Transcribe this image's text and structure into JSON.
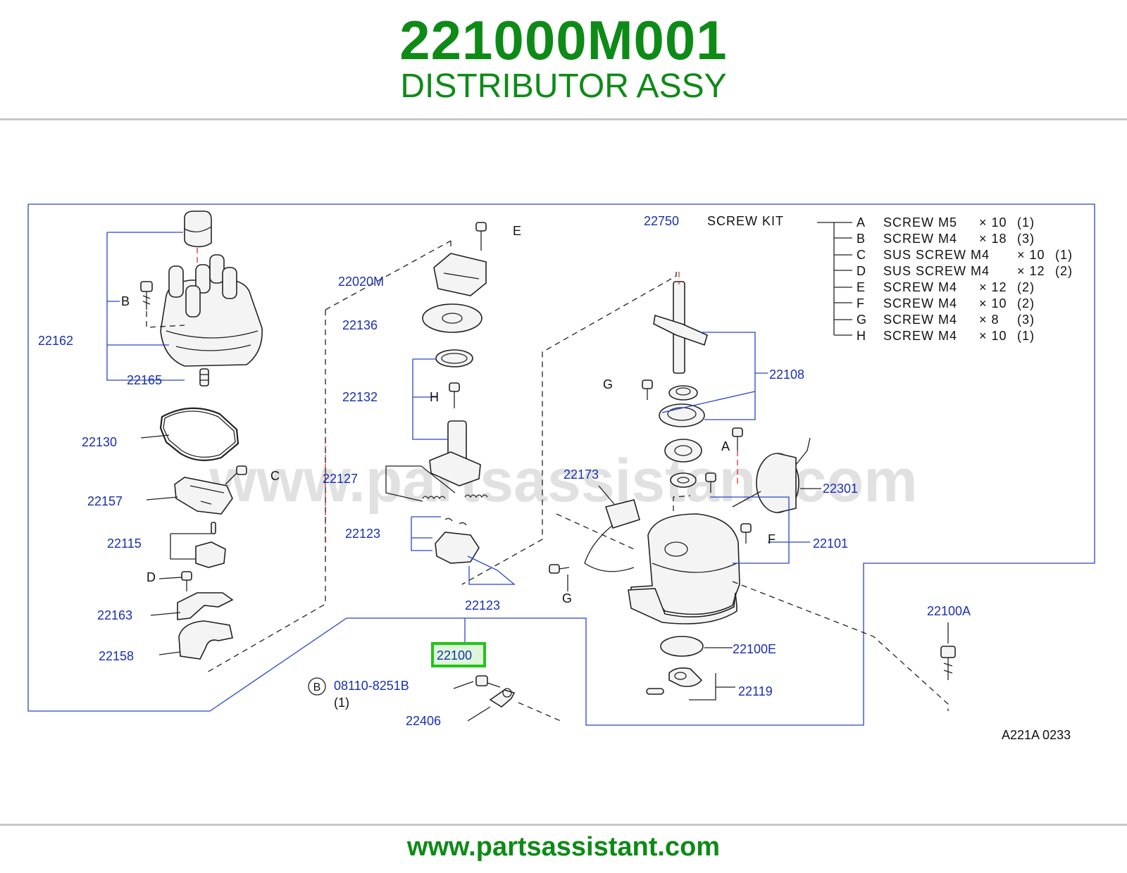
{
  "header": {
    "part_number": "221000M001",
    "part_name": "DISTRIBUTOR ASSY"
  },
  "diagram": {
    "watermark": "www.partsassistant.com",
    "drawing_code": "A221A 0233",
    "highlighted_part": "22100",
    "labels": {
      "p22162": "22162",
      "p22165": "22165",
      "p22130": "22130",
      "p22157": "22157",
      "p22115": "22115",
      "p22163": "22163",
      "p22158": "22158",
      "p22020M": "22020M",
      "p22136": "22136",
      "p22132": "22132",
      "p22127": "22127",
      "p22123a": "22123",
      "p22123b": "22123",
      "p22750": "22750",
      "p22108": "22108",
      "p22173": "22173",
      "p22301": "22301",
      "p22101": "22101",
      "p22100A": "22100A",
      "p22100E": "22100E",
      "p22119": "22119",
      "p22406": "22406",
      "bolt_code": "08110-8251B",
      "bolt_qty": "(1)"
    },
    "letters": {
      "B1": "B",
      "C1": "C",
      "D1": "D",
      "E1": "E",
      "H1": "H",
      "G1": "G",
      "G2": "G",
      "A1": "A",
      "F1": "F",
      "Bc": "B"
    },
    "screw_kit": {
      "title": "SCREW  KIT",
      "items": [
        {
          "letter": "A",
          "desc": "SCREW  M5",
          "size": "× 10",
          "qty": "(1)"
        },
        {
          "letter": "B",
          "desc": "SCREW  M4",
          "size": "× 18",
          "qty": "(3)"
        },
        {
          "letter": "C",
          "desc": "SUS  SCREW  M4",
          "size": "× 10",
          "qty": "(1)"
        },
        {
          "letter": "D",
          "desc": "SUS  SCREW  M4",
          "size": "× 12",
          "qty": "(2)"
        },
        {
          "letter": "E",
          "desc": "SCREW  M4",
          "size": "× 12",
          "qty": "(2)"
        },
        {
          "letter": "F",
          "desc": "SCREW  M4",
          "size": "× 10",
          "qty": "(2)"
        },
        {
          "letter": "G",
          "desc": "SCREW  M4",
          "size": "×  8",
          "qty": "(3)"
        },
        {
          "letter": "H",
          "desc": "SCREW  M4",
          "size": "× 10",
          "qty": "(1)"
        }
      ]
    }
  },
  "footer": {
    "url": "www.partsassistant.com"
  },
  "colors": {
    "brand_green": "#0e8a17",
    "label_blue": "#1a2fb0",
    "frame_blue": "#2a44c8",
    "highlight_green": "#22c41a"
  }
}
